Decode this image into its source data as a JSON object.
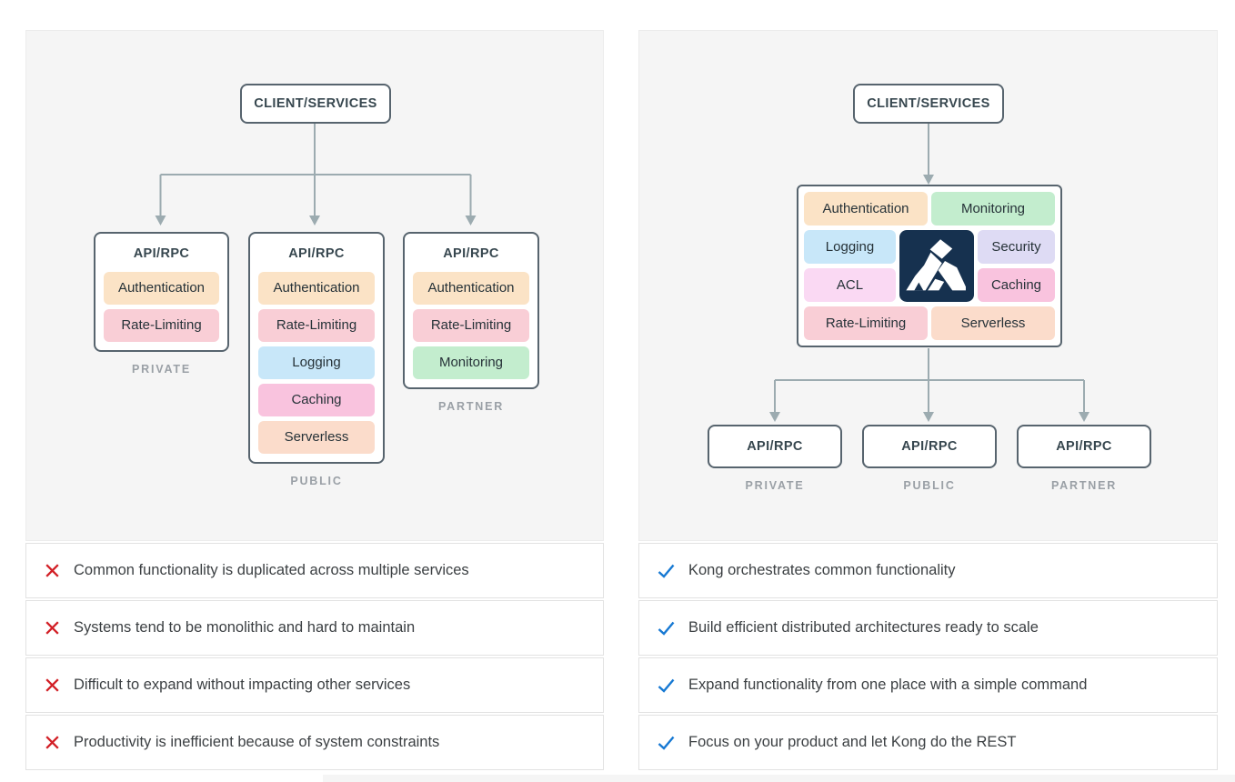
{
  "palette": {
    "authentication": "#fbe3c6",
    "rate_limiting": "#f9ced6",
    "logging": "#c8e7f9",
    "caching": "#f9c3de",
    "serverless": "#fbdccb",
    "monitoring": "#c3edce",
    "security": "#dedbf4",
    "acl": "#fad9f3",
    "cross": "#d21f26",
    "check": "#1779d3",
    "arrow": "#9cabb0",
    "box_border": "#57646e",
    "logo_bg": "#16314f",
    "panel_bg": "#f5f5f5"
  },
  "left_panel": {
    "root_label": "CLIENT/SERVICES",
    "stacks": [
      {
        "title": "API/RPC",
        "caption": "PRIVATE",
        "chips": [
          {
            "label": "Authentication",
            "color": "#fbe3c6"
          },
          {
            "label": "Rate-Limiting",
            "color": "#f9ced6"
          }
        ]
      },
      {
        "title": "API/RPC",
        "caption": "PUBLIC",
        "chips": [
          {
            "label": "Authentication",
            "color": "#fbe3c6"
          },
          {
            "label": "Rate-Limiting",
            "color": "#f9ced6"
          },
          {
            "label": "Logging",
            "color": "#c8e7f9"
          },
          {
            "label": "Caching",
            "color": "#f9c3de"
          },
          {
            "label": "Serverless",
            "color": "#fbdccb"
          }
        ]
      },
      {
        "title": "API/RPC",
        "caption": "PARTNER",
        "chips": [
          {
            "label": "Authentication",
            "color": "#fbe3c6"
          },
          {
            "label": "Rate-Limiting",
            "color": "#f9ced6"
          },
          {
            "label": "Monitoring",
            "color": "#c3edce"
          }
        ]
      }
    ],
    "points": [
      "Common functionality is duplicated across multiple services",
      "Systems tend to be monolithic and hard to maintain",
      "Difficult to expand without impacting other services",
      "Productivity is inefficient because of system constraints"
    ]
  },
  "right_panel": {
    "root_label": "CLIENT/SERVICES",
    "kong": {
      "logo_name": "kong-gorilla-logo",
      "top_row": [
        {
          "label": "Authentication",
          "color": "#fbe3c6"
        },
        {
          "label": "Monitoring",
          "color": "#c3edce"
        }
      ],
      "left_col": [
        {
          "label": "Logging",
          "color": "#c8e7f9"
        },
        {
          "label": "ACL",
          "color": "#fad9f3"
        }
      ],
      "right_col": [
        {
          "label": "Security",
          "color": "#dedbf4"
        },
        {
          "label": "Caching",
          "color": "#f9c3de"
        }
      ],
      "bottom_row": [
        {
          "label": "Rate-Limiting",
          "color": "#f9ced6"
        },
        {
          "label": "Serverless",
          "color": "#fbdccb"
        }
      ]
    },
    "endpoints": [
      {
        "label": "API/RPC",
        "caption": "PRIVATE"
      },
      {
        "label": "API/RPC",
        "caption": "PUBLIC"
      },
      {
        "label": "API/RPC",
        "caption": "PARTNER"
      }
    ],
    "points": [
      "Kong orchestrates common functionality",
      "Build efficient distributed architectures ready to scale",
      "Expand functionality from one place with a simple command",
      "Focus on your product and let Kong do the REST"
    ]
  }
}
